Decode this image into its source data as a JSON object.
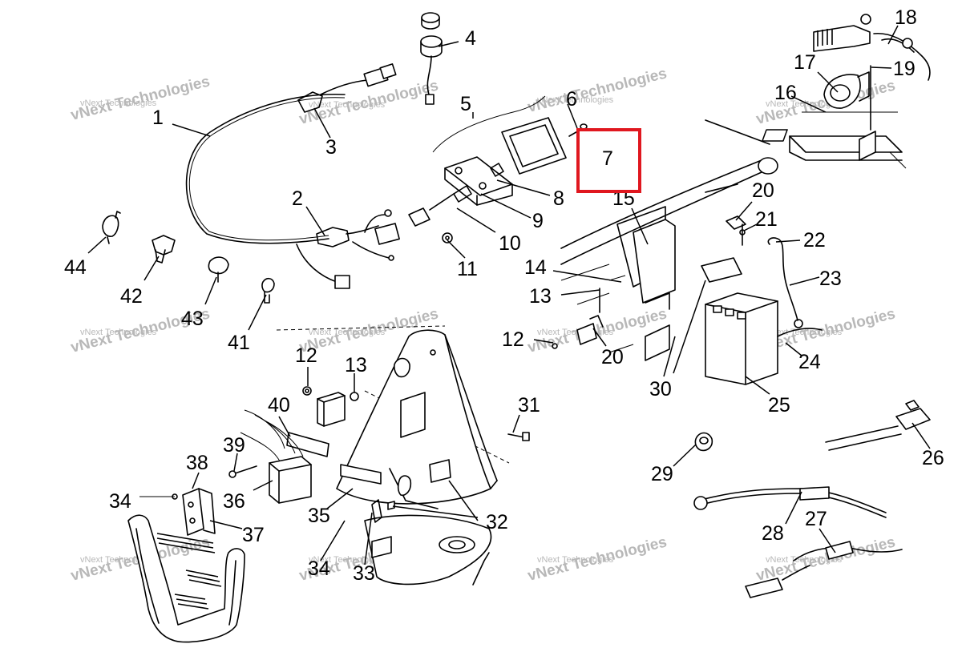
{
  "labels": [
    "1",
    "2",
    "3",
    "4",
    "5",
    "6",
    "7",
    "8",
    "9",
    "10",
    "11",
    "12",
    "13",
    "14",
    "15",
    "16",
    "17",
    "18",
    "19",
    "20",
    "21",
    "22",
    "23",
    "24",
    "25",
    "26",
    "27",
    "28",
    "29",
    "30",
    "31",
    "32",
    "33",
    "34",
    "35",
    "36",
    "37",
    "38",
    "39",
    "40",
    "41",
    "42",
    "43",
    "44",
    "12",
    "13",
    "20",
    "34"
  ],
  "highlight": {
    "label": "7",
    "color": "#e0171f"
  },
  "watermark": {
    "line1": "vNext Technologies",
    "line2": "vNext Technologies"
  }
}
